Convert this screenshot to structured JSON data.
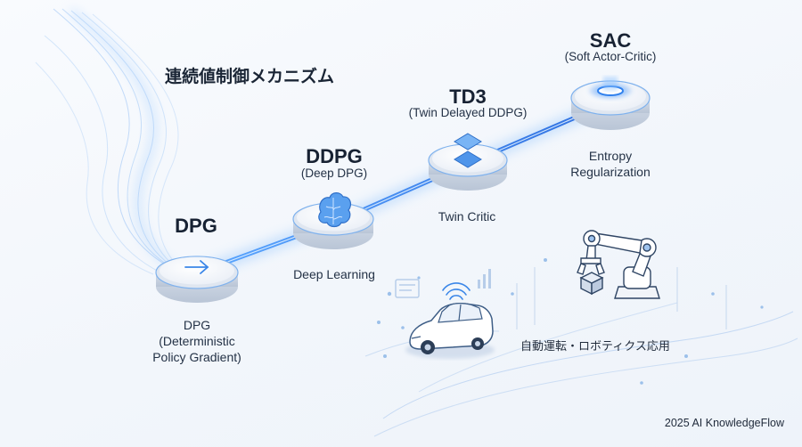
{
  "title": "連続値制御メカニズム",
  "stages": [
    {
      "name": "DPG",
      "subtitle": "",
      "label_lines": [
        "DPG",
        "(Deterministic",
        "Policy Gradient)"
      ],
      "icon": "arrow-right-icon"
    },
    {
      "name": "DDPG",
      "subtitle": "(Deep DPG)",
      "label_lines": [
        "Deep Learning"
      ],
      "icon": "brain-icon"
    },
    {
      "name": "TD3",
      "subtitle": "(Twin Delayed DDPG)",
      "label_lines": [
        "Twin Critic"
      ],
      "icon": "twin-layers-icon"
    },
    {
      "name": "SAC",
      "subtitle": "(Soft Actor-Critic)",
      "label_lines": [
        "Entropy",
        "Regularization"
      ],
      "icon": "glow-ring-icon"
    }
  ],
  "application": {
    "caption": "自動運転・ロボティクス応用",
    "icons": [
      "car-icon",
      "robot-arm-icon",
      "wifi-signal-icon"
    ]
  },
  "footer": "2025 AI KnowledgeFlow",
  "colors": {
    "accent": "#2f80ed",
    "glow": "#6fb3ff",
    "disk": "#eef3fa",
    "text": "#1f2a3a"
  }
}
